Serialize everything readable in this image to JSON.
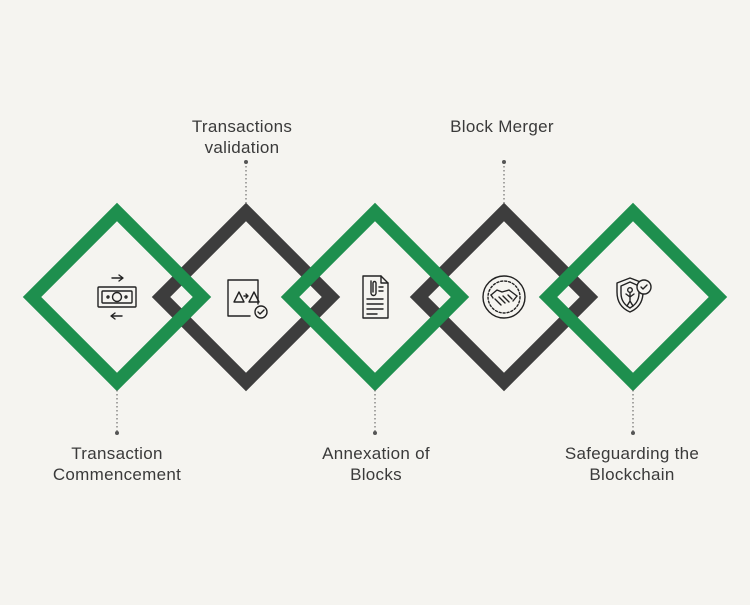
{
  "colors": {
    "background": "#f5f4f0",
    "green": "#1e8f4e",
    "dark": "#3d3d3d",
    "connector": "#555555",
    "icon_stroke": "#222222"
  },
  "steps": [
    {
      "id": "transaction-commencement",
      "label_lines": [
        "Transaction",
        "Commencement"
      ],
      "icon": "money-exchange-icon",
      "frame_color": "green",
      "label_side": "bottom"
    },
    {
      "id": "transactions-validation",
      "label_lines": [
        "Transactions",
        "validation"
      ],
      "icon": "document-check-icon",
      "frame_color": "dark",
      "label_side": "top"
    },
    {
      "id": "annexation-of-blocks",
      "label_lines": [
        "Annexation of",
        "Blocks"
      ],
      "icon": "attachment-document-icon",
      "frame_color": "green",
      "label_side": "bottom"
    },
    {
      "id": "block-merger",
      "label_lines": [
        "Block Merger"
      ],
      "icon": "handshake-icon",
      "frame_color": "dark",
      "label_side": "top"
    },
    {
      "id": "safeguarding-the-blockchain",
      "label_lines": [
        "Safeguarding the",
        "Blockchain"
      ],
      "icon": "shield-user-icon",
      "frame_color": "green",
      "label_side": "bottom"
    }
  ]
}
